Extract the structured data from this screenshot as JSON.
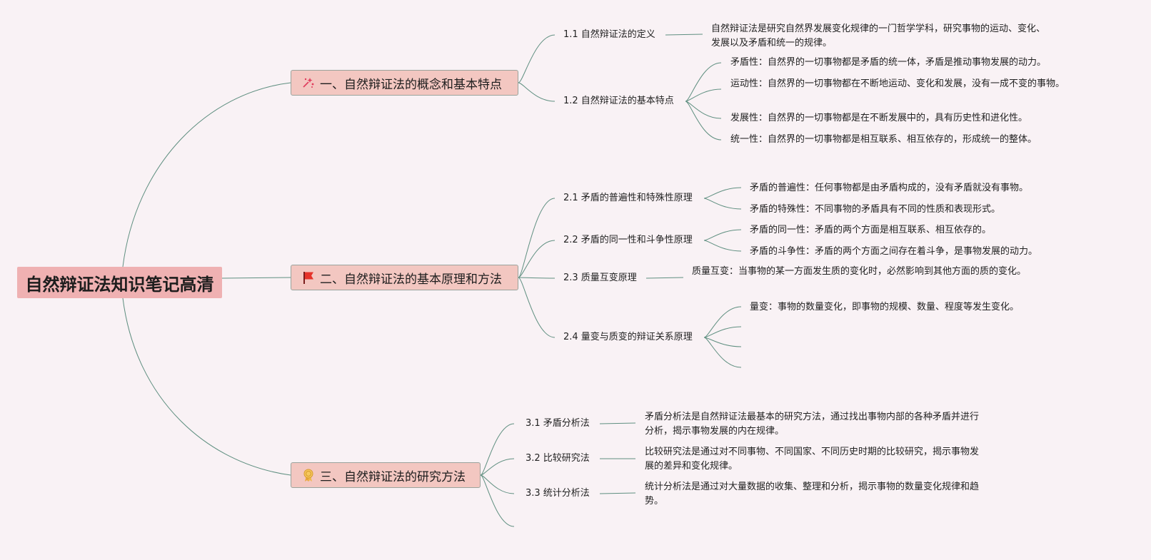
{
  "root": {
    "label": "自然辩证法知识笔记高清"
  },
  "branches": [
    {
      "label": "一、自然辩证法的概念和基本特点",
      "icon": "sparkles-icon",
      "subs": [
        {
          "label": "1.1 自然辩证法的定义",
          "leaves": [
            "自然辩证法是研究自然界发展变化规律的一门哲学学科，研究事物的运动、变化、发展以及矛盾和统一的规律。"
          ]
        },
        {
          "label": "1.2 自然辩证法的基本特点",
          "leaves": [
            "矛盾性：自然界的一切事物都是矛盾的统一体，矛盾是推动事物发展的动力。",
            "运动性：自然界的一切事物都在不断地运动、变化和发展，没有一成不变的事物。",
            "发展性：自然界的一切事物都是在不断发展中的，具有历史性和进化性。",
            "统一性：自然界的一切事物都是相互联系、相互依存的，形成统一的整体。"
          ]
        }
      ]
    },
    {
      "label": "二、自然辩证法的基本原理和方法",
      "icon": "red-flag-icon",
      "subs": [
        {
          "label": "2.1 矛盾的普遍性和特殊性原理",
          "leaves": [
            "矛盾的普遍性：任何事物都是由矛盾构成的，没有矛盾就没有事物。",
            "矛盾的特殊性：不同事物的矛盾具有不同的性质和表现形式。"
          ]
        },
        {
          "label": "2.2 矛盾的同一性和斗争性原理",
          "leaves": [
            "矛盾的同一性：矛盾的两个方面是相互联系、相互依存的。",
            "矛盾的斗争性：矛盾的两个方面之间存在着斗争，是事物发展的动力。"
          ]
        },
        {
          "label": "2.3 质量互变原理",
          "leaves": [
            "质量互变：当事物的某一方面发生质的变化时，必然影响到其他方面的质的变化。"
          ]
        },
        {
          "label": "2.4 量变与质变的辩证关系原理",
          "leaves": [
            "量变：事物的数量变化，即事物的规模、数量、程度等发生变化。",
            "",
            "",
            ""
          ]
        }
      ]
    },
    {
      "label": "三、自然辩证法的研究方法",
      "icon": "award-ribbon-icon",
      "subs": [
        {
          "label": "3.1 矛盾分析法",
          "leaves": [
            "矛盾分析法是自然辩证法最基本的研究方法，通过找出事物内部的各种矛盾并进行分析，揭示事物发展的内在规律。"
          ]
        },
        {
          "label": "3.2 比较研究法",
          "leaves": [
            "比较研究法是通过对不同事物、不同国家、不同历史时期的比较研究，揭示事物发展的差异和变化规律。"
          ]
        },
        {
          "label": "3.3 统计分析法",
          "leaves": [
            "统计分析法是通过对大量数据的收集、整理和分析，揭示事物的数量变化规律和趋势。"
          ]
        },
        {
          "label": "",
          "leaves": []
        }
      ]
    }
  ],
  "colors": {
    "link": "#5f8f80",
    "root_bg": "#efb1b2",
    "branch_bg": "#f3c7c1",
    "background": "#f9f2f5"
  }
}
